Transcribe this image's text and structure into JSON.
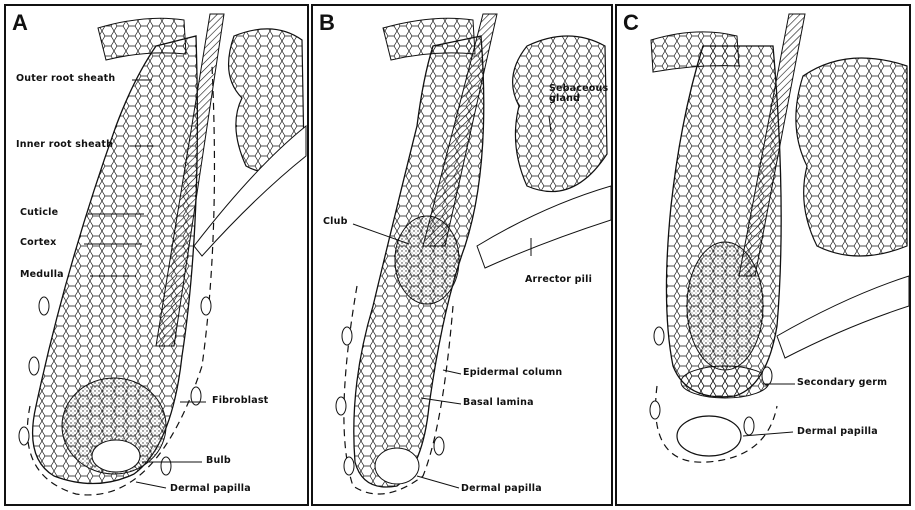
{
  "panels": [
    {
      "letter": "A",
      "labels": {
        "outer_root_sheath": "Outer root sheath",
        "inner_root_sheath": "Inner root sheath",
        "cuticle": "Cuticle",
        "cortex": "Cortex",
        "medulla": "Medulla",
        "fibroblast": "Fibroblast",
        "bulb": "Bulb",
        "dermal_papilla": "Dermal papilla"
      }
    },
    {
      "letter": "B",
      "labels": {
        "sebaceous_gland": "Sebaceous gland",
        "club": "Club",
        "arrector_pili": "Arrector pili",
        "epidermal_column": "Epidermal column",
        "basal_lamina": "Basal lamina",
        "dermal_papilla": "Dermal papilla"
      }
    },
    {
      "letter": "C",
      "labels": {
        "secondary_germ": "Secondary germ",
        "dermal_papilla": "Dermal papilla"
      }
    }
  ],
  "colors": {
    "ink": "#111111",
    "paper": "#ffffff",
    "stipple": "#444444"
  }
}
